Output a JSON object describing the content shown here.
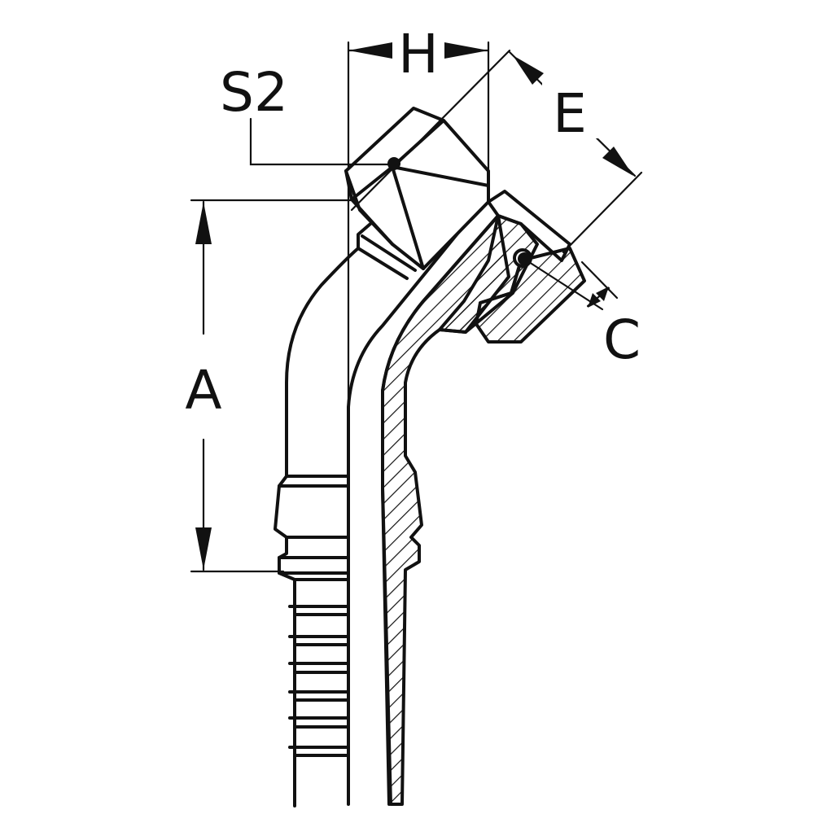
{
  "labels": {
    "h": "H",
    "e": "E",
    "s2": "S2",
    "a": "A",
    "c": "C"
  },
  "colors": {
    "line": "#111111",
    "background": "#ffffff"
  }
}
